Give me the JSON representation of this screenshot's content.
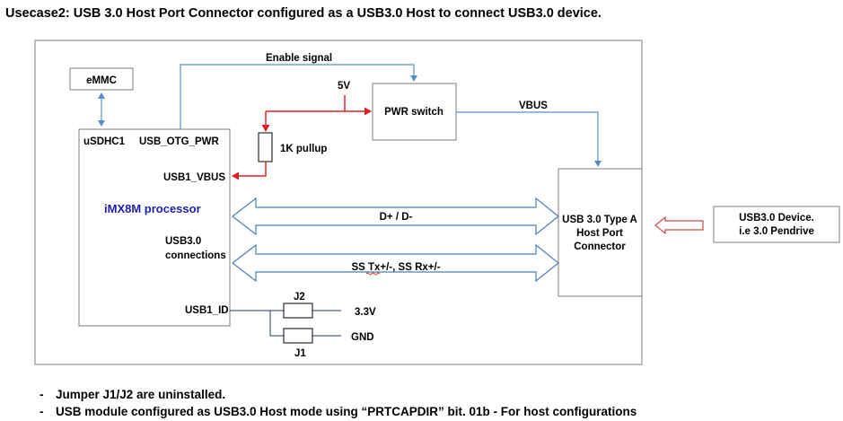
{
  "title": "Usecase2: USB 3.0 Host Port Connector configured as a USB3.0 Host to connect USB3.0 device.",
  "labels": {
    "emmc": "eMMC",
    "usdhc1": "uSDHC1",
    "usb_otg_pwr": "USB_OTG_PWR",
    "enable_signal": "Enable signal",
    "v5": "5V",
    "pwr_switch": "PWR switch",
    "vbus": "VBUS",
    "pullup": "1K pullup",
    "usb1_vbus": "USB1_VBUS",
    "processor": "iMX8M processor",
    "usb30_line1": "USB3.0",
    "usb30_line2": "connections",
    "dplus_dminus": "D+ / D-",
    "ss_pairs": "SS Tx+/-, SS Rx+/-",
    "connector_line1": "USB 3.0 Type A",
    "connector_line2": "Host Port",
    "connector_line3": "Connector",
    "device_line1": "USB3.0 Device.",
    "device_line2": "i.e 3.0 Pendrive",
    "usb1_id": "USB1_ID",
    "j2": "J2",
    "j1": "J1",
    "v33": "3.3V",
    "gnd": "GND"
  },
  "notes": [
    "Jumper J1/J2 are uninstalled.",
    "USB module configured as USB3.0 Host mode using “PRTCAPDIR” bit. 01b - For host configurations"
  ],
  "colors": {
    "processor_text": "#1f1fa8",
    "signal_wire": "#5b8ec9",
    "power_wire": "#e02020",
    "device_arrow": "#c0504d"
  }
}
